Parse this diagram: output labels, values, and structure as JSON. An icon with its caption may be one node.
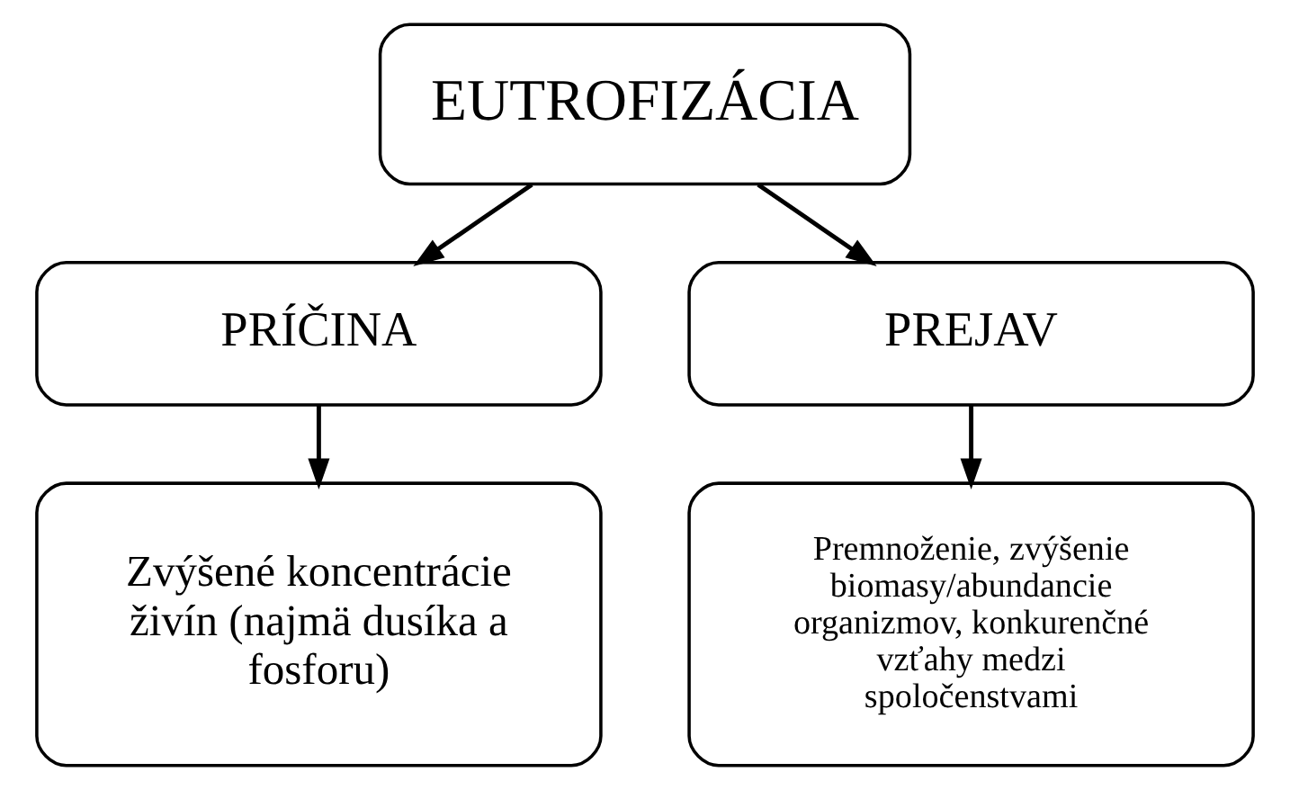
{
  "diagram": {
    "nodes": [
      {
        "text": [
          "EUTROFIZÁCIA"
        ]
      },
      {
        "text": [
          "PRÍČINA"
        ]
      },
      {
        "text": [
          "PREJAV"
        ]
      },
      {
        "text": [
          "Zvýšené koncentrácie živín (najmä dusíka a fosforu)"
        ]
      },
      {
        "text": [
          "Premnoženie, zvýšenie biomasy/abundancie organizmov, konkurenčné vzťahy medzi spoločenstvami"
        ]
      }
    ],
    "edges": [
      {
        "from": 0,
        "to": 1,
        "arrow": "to"
      },
      {
        "from": 0,
        "to": 2,
        "arrow": "to"
      },
      {
        "from": 1,
        "to": 3,
        "arrow": "to"
      },
      {
        "from": 2,
        "to": 4,
        "arrow": "to"
      }
    ]
  }
}
